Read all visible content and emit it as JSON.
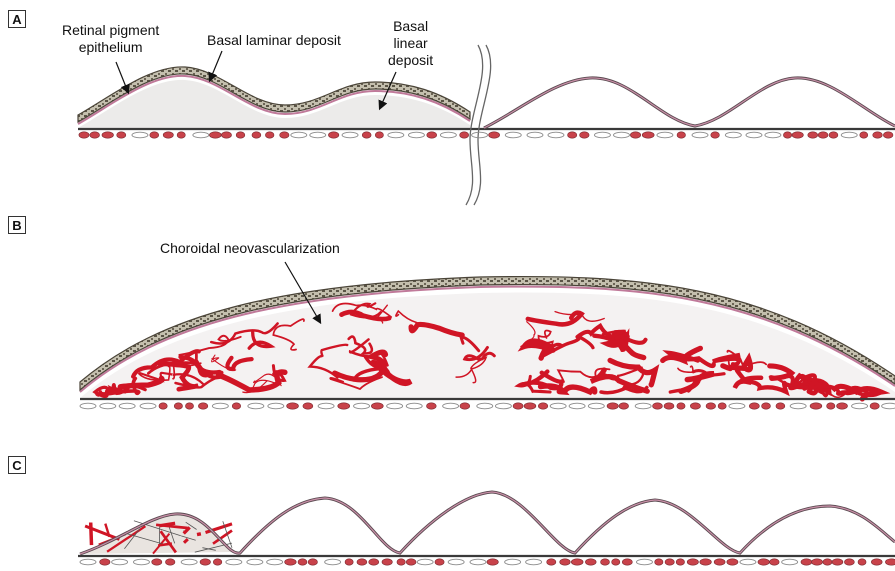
{
  "panels": {
    "a": {
      "label": "A"
    },
    "b": {
      "label": "B"
    },
    "c": {
      "label": "C"
    }
  },
  "annotations": {
    "rpe_line1": "Retinal pigment",
    "rpe_line2": "epithelium",
    "basal_laminar": "Basal laminar deposit",
    "basal_linear_1": "Basal",
    "basal_linear_2": "linear",
    "basal_linear_3": "deposit",
    "cnv": "Choroidal neovascularization"
  },
  "colors": {
    "rpe_fill": "#b9b3a2",
    "rpe_stroke": "#4a4438",
    "membrane": "#c07a9a",
    "deposit_fill": "#ecebea",
    "vessel": "#d01525",
    "choroid_cell": "#c8424a"
  }
}
